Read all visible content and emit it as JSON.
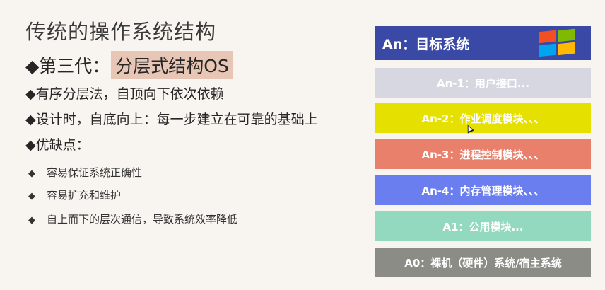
{
  "slide": {
    "title": "传统的操作系统结构",
    "generation_prefix": "◆第三代：",
    "generation_highlight": "分层式结构OS",
    "points": [
      "◆有序分层法，自顶向下依次依赖",
      "◆设计时，自底向上：每一步建立在可靠的基础上",
      "◆优缺点："
    ],
    "sub_points": [
      {
        "bullet": "◆",
        "text": "容易保证系统正确性"
      },
      {
        "bullet": "◆",
        "text": "容易扩充和维护"
      },
      {
        "bullet": "◆",
        "text": "自上而下的层次通信，导致系统效率降低"
      }
    ]
  },
  "layers": [
    {
      "label": "An：目标系统",
      "color": "#3b49a6"
    },
    {
      "label": "An-1：用户接口...",
      "color": "#d7d7e1"
    },
    {
      "label": "An-2：作业调度模块、、、",
      "color": "#e5e000"
    },
    {
      "label": "An-3：进程控制模块、、、",
      "color": "#e8806c"
    },
    {
      "label": "An-4：内存管理模块、、、",
      "color": "#6a7ef0"
    },
    {
      "label": "A1：公用模块...",
      "color": "#93d9c0"
    },
    {
      "label": "A0：裸机（硬件）系统/宿主系统",
      "color": "#8c8c87"
    }
  ],
  "icons": {
    "logo": "windows-logo-icon",
    "cursor": "mouse-cursor-icon"
  }
}
